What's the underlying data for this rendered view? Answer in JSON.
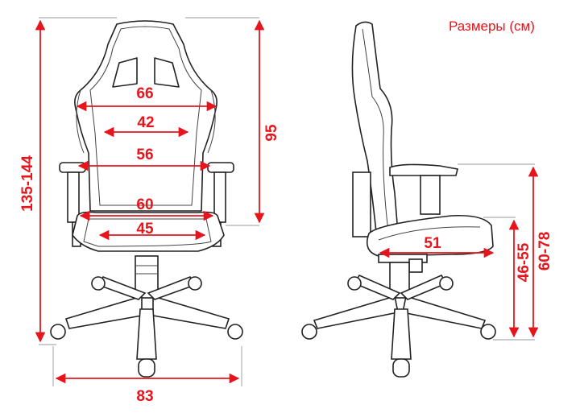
{
  "title": "Размеры  (см)",
  "colors": {
    "dimension": "#e8141b",
    "outline": "#222222"
  },
  "front_view": {
    "overall_height": "135-144",
    "overall_width": "83",
    "backrest_height": "95",
    "shoulder_width": "66",
    "back_width": "42",
    "armrest_span": "56",
    "seat_outer_width": "60",
    "seat_inner_width": "45"
  },
  "side_view": {
    "seat_depth": "51",
    "seat_height": "46-55",
    "armrest_height": "60-78"
  }
}
